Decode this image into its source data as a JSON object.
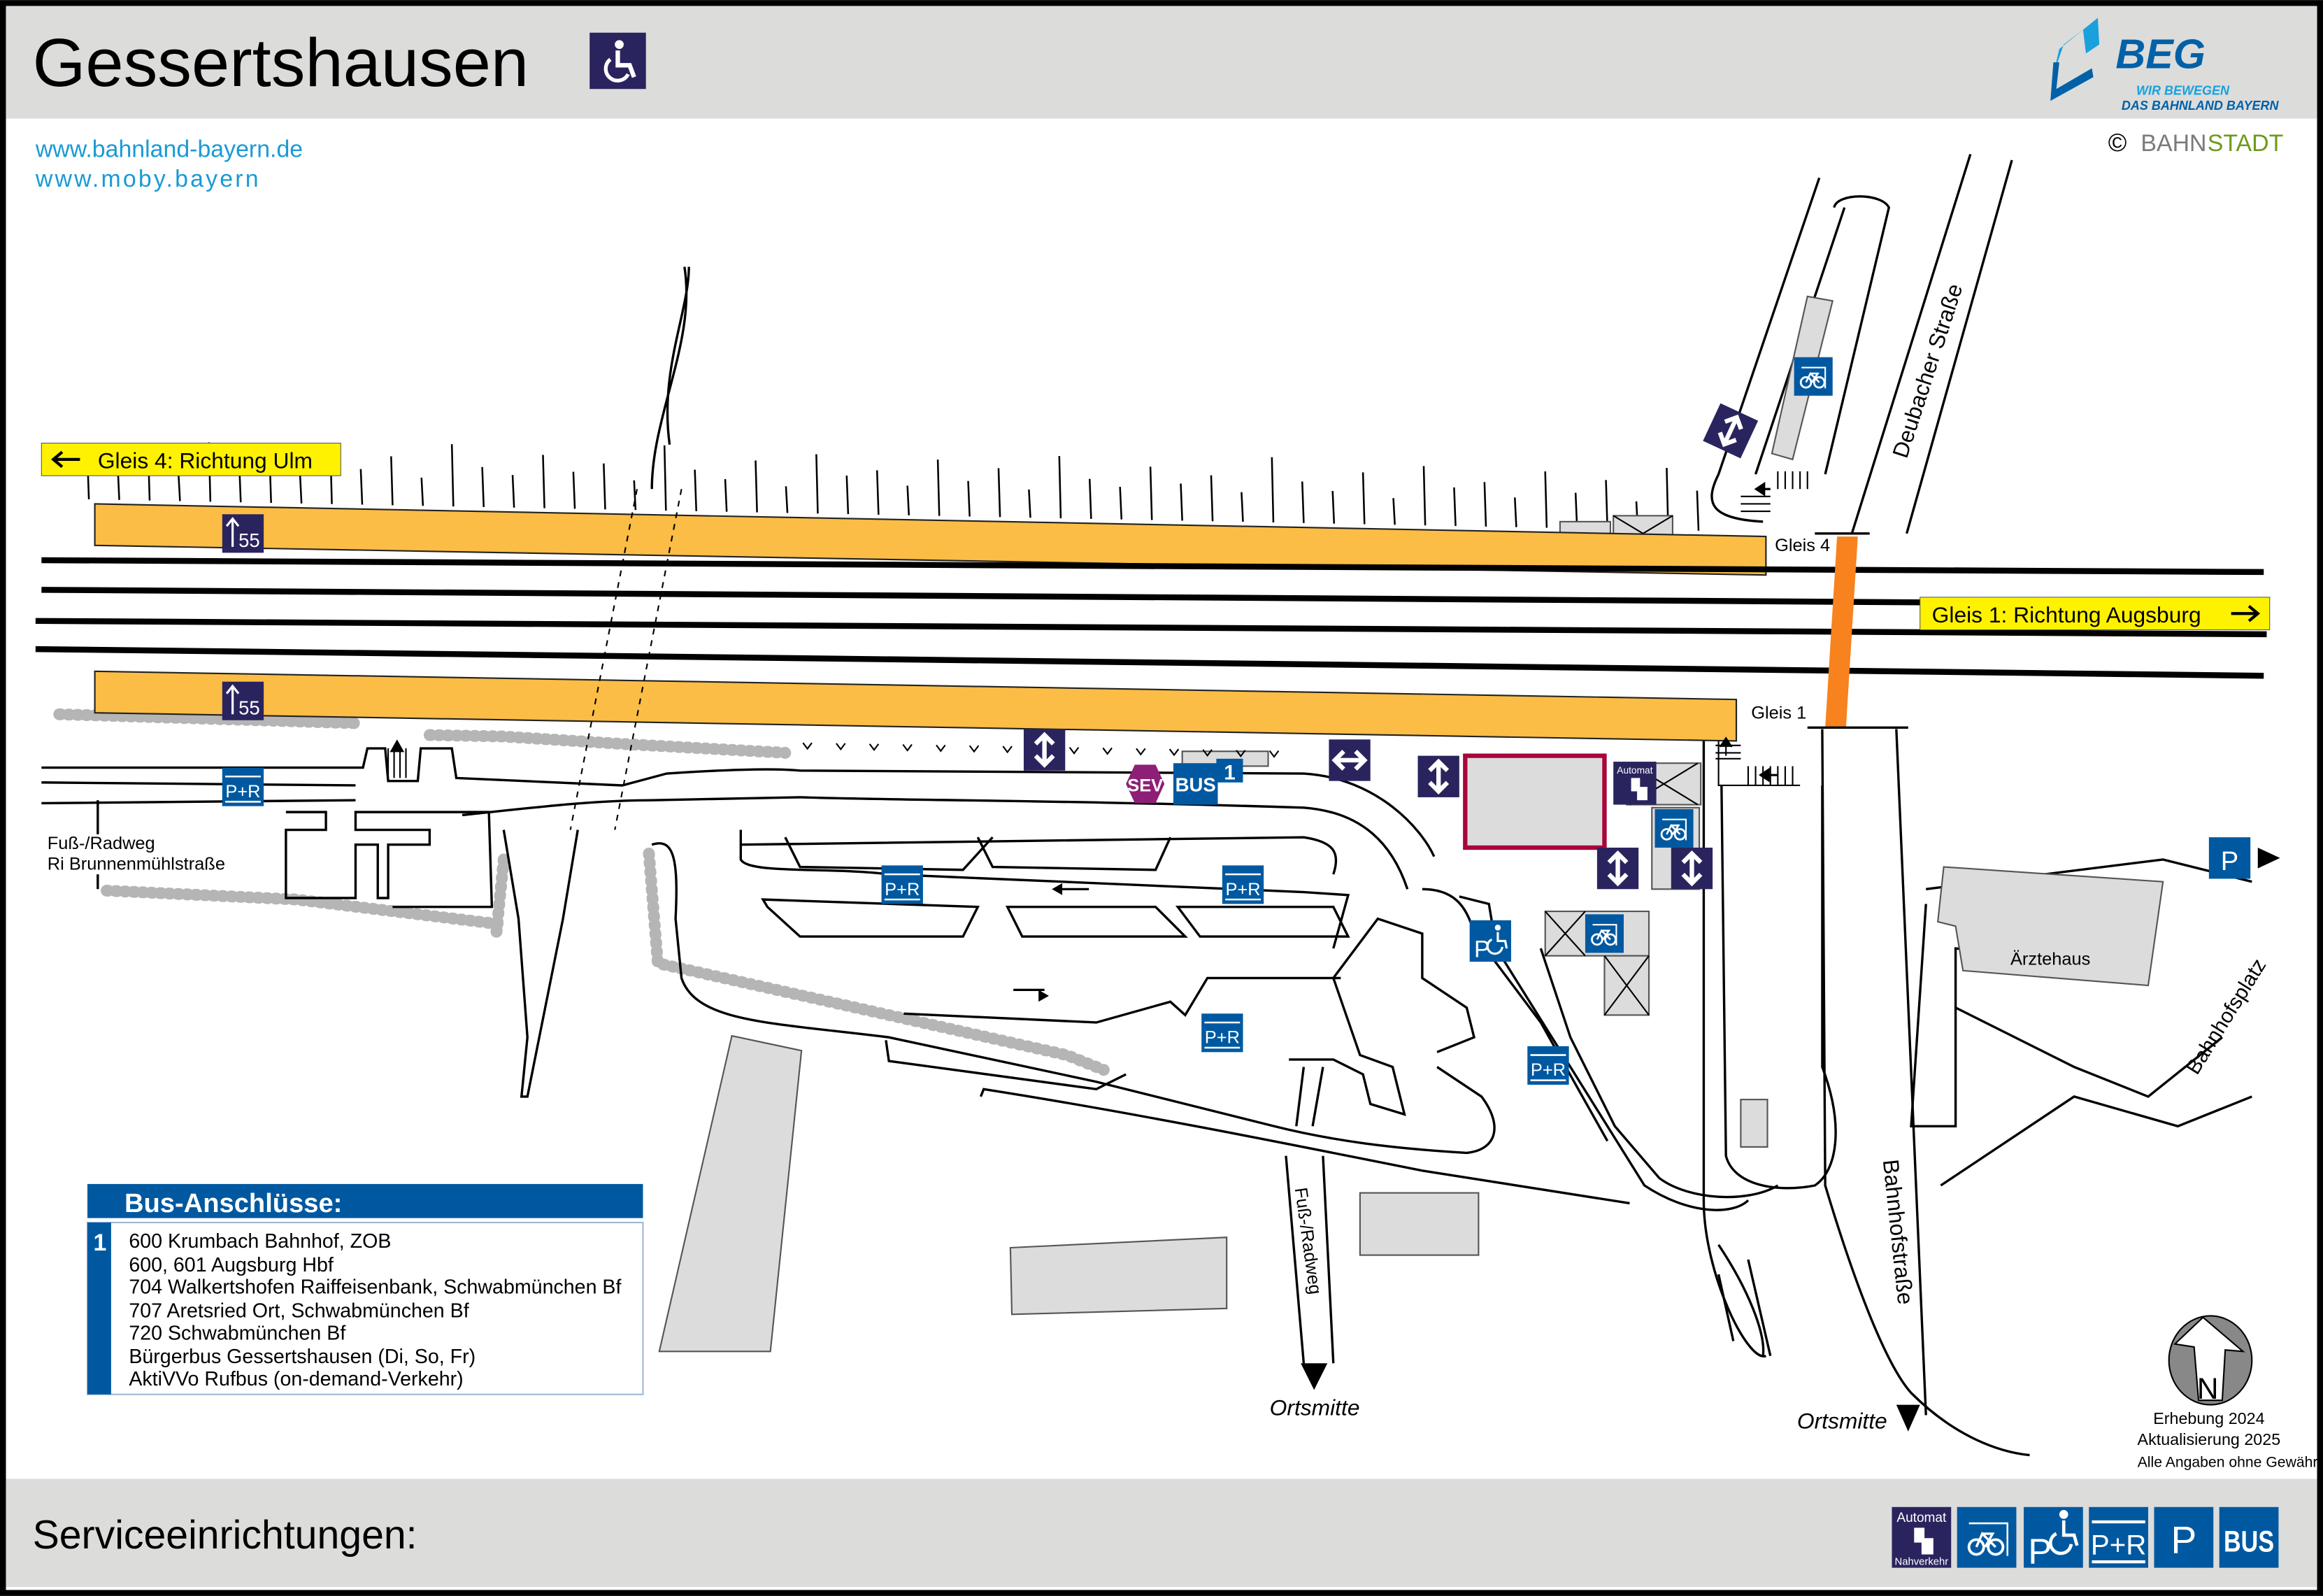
{
  "header": {
    "title": "Gessertshausen",
    "accessibility_icon": "wheelchair-icon",
    "links": [
      "www.bahnland-bayern.de",
      "www.moby.bayern"
    ],
    "logo": {
      "name": "BEG",
      "tagline_1": "WIR BEWEGEN",
      "tagline_2": "DAS BAHNLAND BAYERN"
    },
    "copyright": {
      "symbol": "©",
      "part1": "BAHN",
      "part2": "STADT"
    }
  },
  "map": {
    "direction_left": "Gleis 4: Richtung Ulm",
    "direction_right": "Gleis 1: Richtung Augsburg",
    "track_labels": [
      "Gleis 4",
      "Gleis 1"
    ],
    "platform_badge": "55",
    "streets": {
      "deubacher": "Deubacher Straße",
      "bahnhofstrasse": "Bahnhofstraße",
      "bahnhofsplatz": "Bahnhofsplatz",
      "radweg": "Fuß-/Radweg"
    },
    "path_left_1": "Fuß-/Radweg",
    "path_left_2": "Ri Brunnenmühlstraße",
    "ortsmitte": [
      "Ortsmitte",
      "Ortsmitte"
    ],
    "aerztehaus": "Ärztehaus",
    "pr_label": "P+R",
    "bus_label": "BUS",
    "sev_label": "SEV",
    "bus_line": "1",
    "parking_label": "P",
    "automat_top": "Automat",
    "automat_bottom": "Nahverkehr",
    "compass": "N",
    "colors": {
      "platform": "#fbbd45",
      "bridge": "#f7821e",
      "navy": "#2a245e",
      "blue": "#0059a0",
      "sev": "#8e1f77",
      "building_outline": "#a8073a"
    }
  },
  "bus_panel": {
    "title": "Bus-Anschlüsse:",
    "line": "1",
    "routes": [
      "600 Krumbach Bahnhof, ZOB",
      "600, 601 Augsburg Hbf",
      "704 Walkertshofen Raiffeisenbank, Schwabmünchen Bf",
      "707 Aretsried Ort, Schwabmünchen Bf",
      "720 Schwabmünchen Bf",
      "Bürgerbus Gessertshausen (Di, So, Fr)",
      "AktiVVo Rufbus (on-demand-Verkehr)"
    ]
  },
  "info": {
    "survey": "Erhebung 2024",
    "update": "Aktualisierung 2025",
    "disclaimer": "Alle Angaben ohne Gewähr!"
  },
  "footer": {
    "title": "Serviceeinrichtungen:",
    "icons": [
      "ticket-machine-icon",
      "bike-parking-icon",
      "disabled-parking-icon",
      "park-and-ride-icon",
      "parking-icon",
      "bus-icon"
    ]
  }
}
